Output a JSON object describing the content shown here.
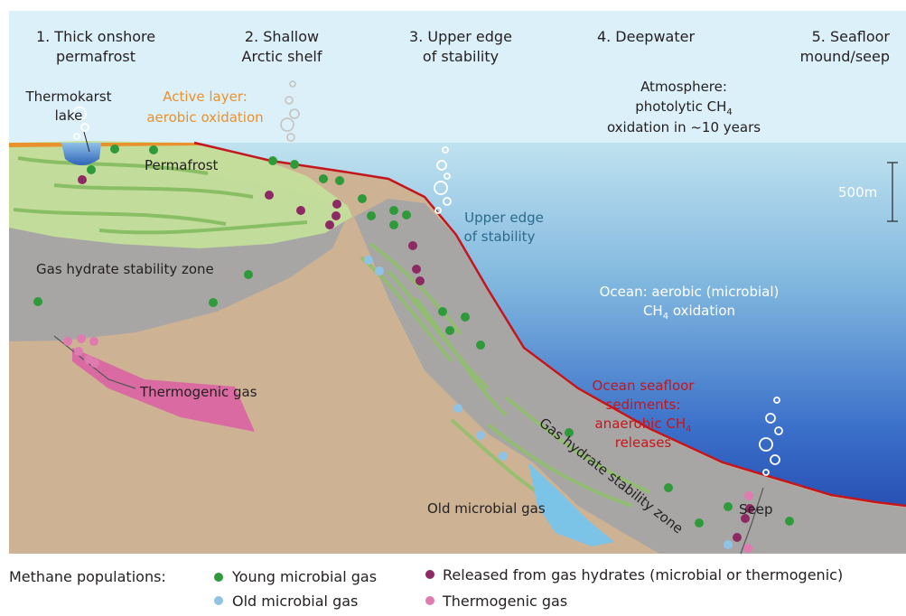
{
  "columns": [
    {
      "line1": "1. Thick onshore",
      "line2": "permafrost"
    },
    {
      "line1": "2. Shallow",
      "line2": "Arctic shelf"
    },
    {
      "line1": "3. Upper edge",
      "line2": "of stability"
    },
    {
      "line1": "4. Deepwater",
      "line2": ""
    },
    {
      "line1": "5. Seafloor",
      "line2": "mound/seep"
    }
  ],
  "labels": {
    "thermokarst_1": "Thermokarst",
    "thermokarst_2": "lake",
    "active_1": "Active layer:",
    "active_2": "aerobic oxidation",
    "atmosphere_1": "Atmosphere:",
    "atmosphere_2": "photolytic CH",
    "atmosphere_2_sub": "4",
    "atmosphere_3": "oxidation in ~10 years",
    "permafrost": "Permafrost",
    "scale": "500m",
    "upper_edge_1": "Upper edge",
    "upper_edge_2": "of stability",
    "ghsz_onshore": "Gas hydrate stability zone",
    "ghsz_slope": "Gas hydrate stability zone",
    "ocean_1": "Ocean: aerobic (microbial)",
    "ocean_2_pre": "CH",
    "ocean_2_sub": "4",
    "ocean_2_post": " oxidation",
    "thermogenic": "Thermogenic gas",
    "seafloor_1": "Ocean seafloor",
    "seafloor_2": "sediments:",
    "seafloor_3_pre": "anaerobic CH",
    "seafloor_3_sub": "4",
    "seafloor_4": "releases",
    "old_microbial": "Old microbial gas",
    "seep": "Seep"
  },
  "legend": {
    "title": "Methane populations:",
    "items": [
      {
        "label": "Young microbial gas",
        "color": "#2e9a3a"
      },
      {
        "label": "Old microbial gas",
        "color": "#8fc3e6"
      },
      {
        "label": "Released from gas hydrates (microbial or thermogenic)",
        "color": "#8e2a63"
      },
      {
        "label": "Thermogenic gas",
        "color": "#e07bb0"
      }
    ]
  },
  "colors": {
    "sky": "#dcf0f9",
    "sediment": "#cdb394",
    "ghsz": "#a7a6a5",
    "permafrost": "#c3df9a",
    "seafloor_line": "#c4161c",
    "active_layer": "#e8912d",
    "thermogenic_body": "#d96ba2",
    "old_gas_pocket": "#7cc3e8"
  }
}
